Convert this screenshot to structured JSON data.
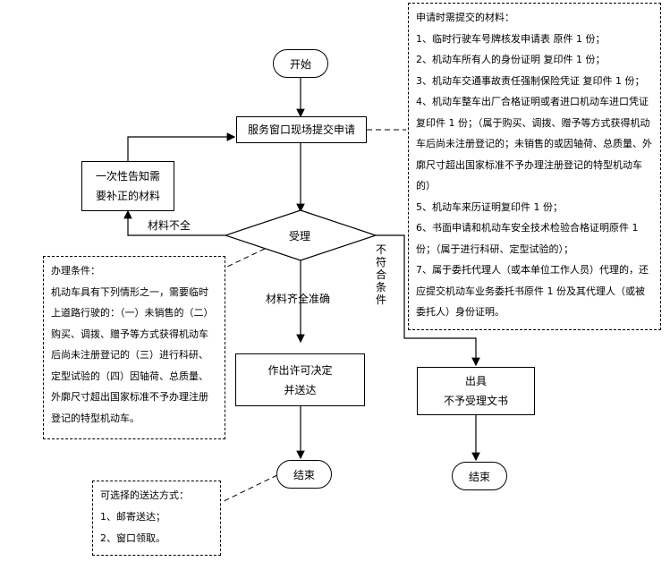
{
  "flow": {
    "start": "开始",
    "submit": "服务窗口现场提交申请",
    "notify_line1": "一次性告知需",
    "notify_line2": "要补正的材料",
    "review": "受理",
    "materials_incomplete": "材料不全",
    "materials_complete": "材料齐全准确",
    "not_qualified": "不符合条件",
    "decision_line1": "作出许可决定",
    "decision_line2": "并送达",
    "reject_line1": "出具",
    "reject_line2": "不予受理文书",
    "end_left": "结束",
    "end_right": "结束"
  },
  "materials_note": {
    "title": "申请时需提交的材料：",
    "items": [
      "1、临时行驶车号牌核发申请表 原件 1 份；",
      "2、机动车所有人的身份证明 复印件 1 份；",
      "3、机动车交通事故责任强制保险凭证 复印件 1 份；",
      "4、机动车整车出厂合格证明或者进口机动车进口凭证 复印件 1 份；（属于购买、调拨、赠予等方式获得机动车后尚未注册登记的；未销售的或因轴荷、总质量、外廓尺寸超出国家标准不予办理注册登记的特型机动车的）",
      "5、机动车来历证明复印件 1 份；",
      "6、书面申请和机动车安全技术检验合格证明原件 1 份；（属于进行科研、定型试验的）；",
      "7、属于委托代理人（或本单位工作人员）代理的，还应提交机动车业务委托书原件 1 份及其代理人（或被委托人）身份证明。"
    ]
  },
  "conditions_note": {
    "title": "办理条件：",
    "body": "机动车具有下列情形之一，需要临时上道路行驶的：（一）未销售的（二）购买、调拨、赠予等方式获得机动车后尚未注册登记的（三）进行科研、定型试验的（四）因轴荷、总质量、外廓尺寸超出国家标准不予办理注册登记的特型机动车。"
  },
  "delivery_note": {
    "title": "可选择的送达方式：",
    "items": [
      "1、邮寄送达；",
      "2、窗口领取。"
    ]
  }
}
